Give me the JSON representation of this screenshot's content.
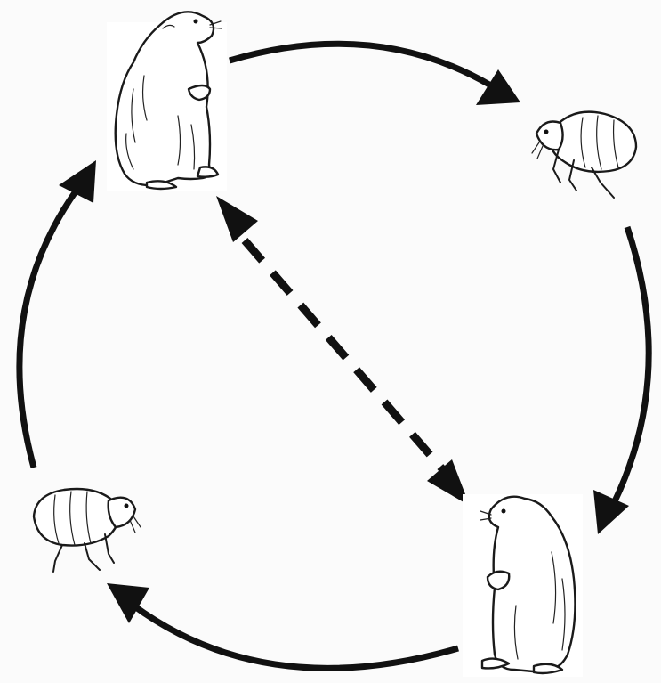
{
  "diagram": {
    "nodes": [
      {
        "id": "prairie-dog-top",
        "icon": "prairie-dog-icon"
      },
      {
        "id": "flea-right",
        "icon": "flea-icon"
      },
      {
        "id": "prairie-dog-bottom",
        "icon": "prairie-dog-icon"
      },
      {
        "id": "flea-left",
        "icon": "flea-icon"
      }
    ],
    "edges": [
      {
        "from": "prairie-dog-top",
        "to": "flea-right",
        "style": "solid"
      },
      {
        "from": "flea-right",
        "to": "prairie-dog-bottom",
        "style": "solid"
      },
      {
        "from": "prairie-dog-bottom",
        "to": "flea-left",
        "style": "solid"
      },
      {
        "from": "flea-left",
        "to": "prairie-dog-top",
        "style": "solid"
      },
      {
        "from": "prairie-dog-top",
        "to": "prairie-dog-bottom",
        "style": "dashed",
        "bidirectional": true
      }
    ],
    "colors": {
      "ink": "#111111",
      "background": "#fbfbfb"
    }
  }
}
